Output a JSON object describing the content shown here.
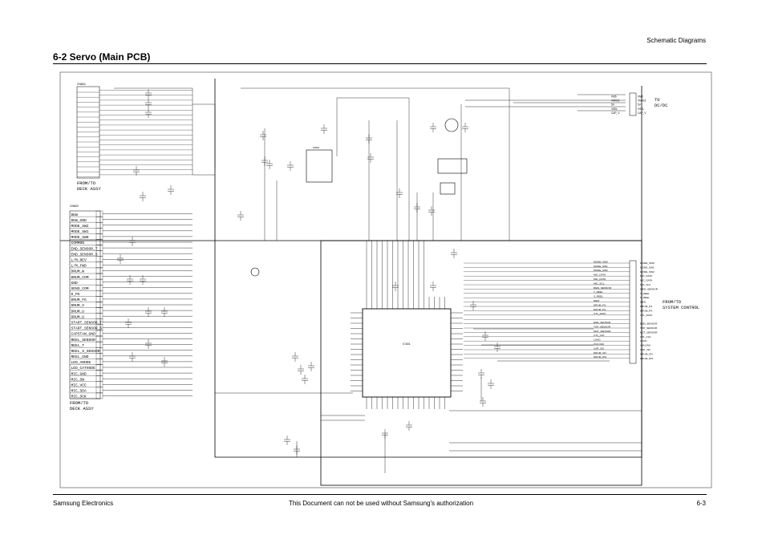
{
  "header": {
    "section": "Schematic Diagrams",
    "title": "6-2  Servo (Main PCB)"
  },
  "footer": {
    "company": "Samsung Electronics",
    "notice": "This Document can not be used without Samsung's authorization",
    "page": "6-3"
  },
  "labels": {
    "deck_top": "FROM/TO\nDECK ASSY",
    "deck_bottom": "FROM/TO\nDECK ASSY",
    "to_dcdc": "TO\nDC/DC",
    "system_control": "FROM/TO\nSYSTEM CONTROL",
    "ic_center": "IC601"
  },
  "cn802_pins": [
    "DEW",
    "DEW_GND",
    "MODE_SW2",
    "MODE_SW1",
    "MODE_SW0",
    "COMMON",
    "END_SENSOR_T",
    "END_SENSOR_S",
    "L/M_REV",
    "L/M_FWD",
    "DRUM_W",
    "DRUM_COM",
    "GND",
    "SENS_COM",
    "D_PG",
    "DRUM_FG",
    "DRUM_V",
    "DRUM_U",
    "DRUM_U",
    "START_SENSOR_T",
    "START_SENSOR_S",
    "CAPSTAN_GND",
    "REEL_SENSOR",
    "REEL_T",
    "REEL_S_SENSOR",
    "REEL_GND",
    "LED_ANODE",
    "LED_CATHODE",
    "MIC_GND",
    "MIC_SW",
    "MIC_VCC",
    "MIC_SDA",
    "MIC_SCK"
  ],
  "right_signals": [
    "MODE_SW0",
    "MODE_SW1",
    "MODE_SW2",
    "MIC_DATA",
    "MIC_DATA",
    "MIC_SCL",
    "DEW_SENSOR",
    "T_REEL",
    "S_REEL",
    "DEW",
    "DRUM_FG",
    "DRUM_PG",
    "CTL_DATA",
    "",
    "END_SENSOR",
    "TOP_SENSOR",
    "MCT_SENSOR",
    "CTL_CLK",
    "LOAD",
    "UNLOAD",
    "CAP_ON",
    "DRUM_ON",
    "DRUM_DIS"
  ],
  "power_signals": [
    "VM5",
    "VNFE3",
    "5V",
    "VSEL",
    "CAP_V"
  ]
}
